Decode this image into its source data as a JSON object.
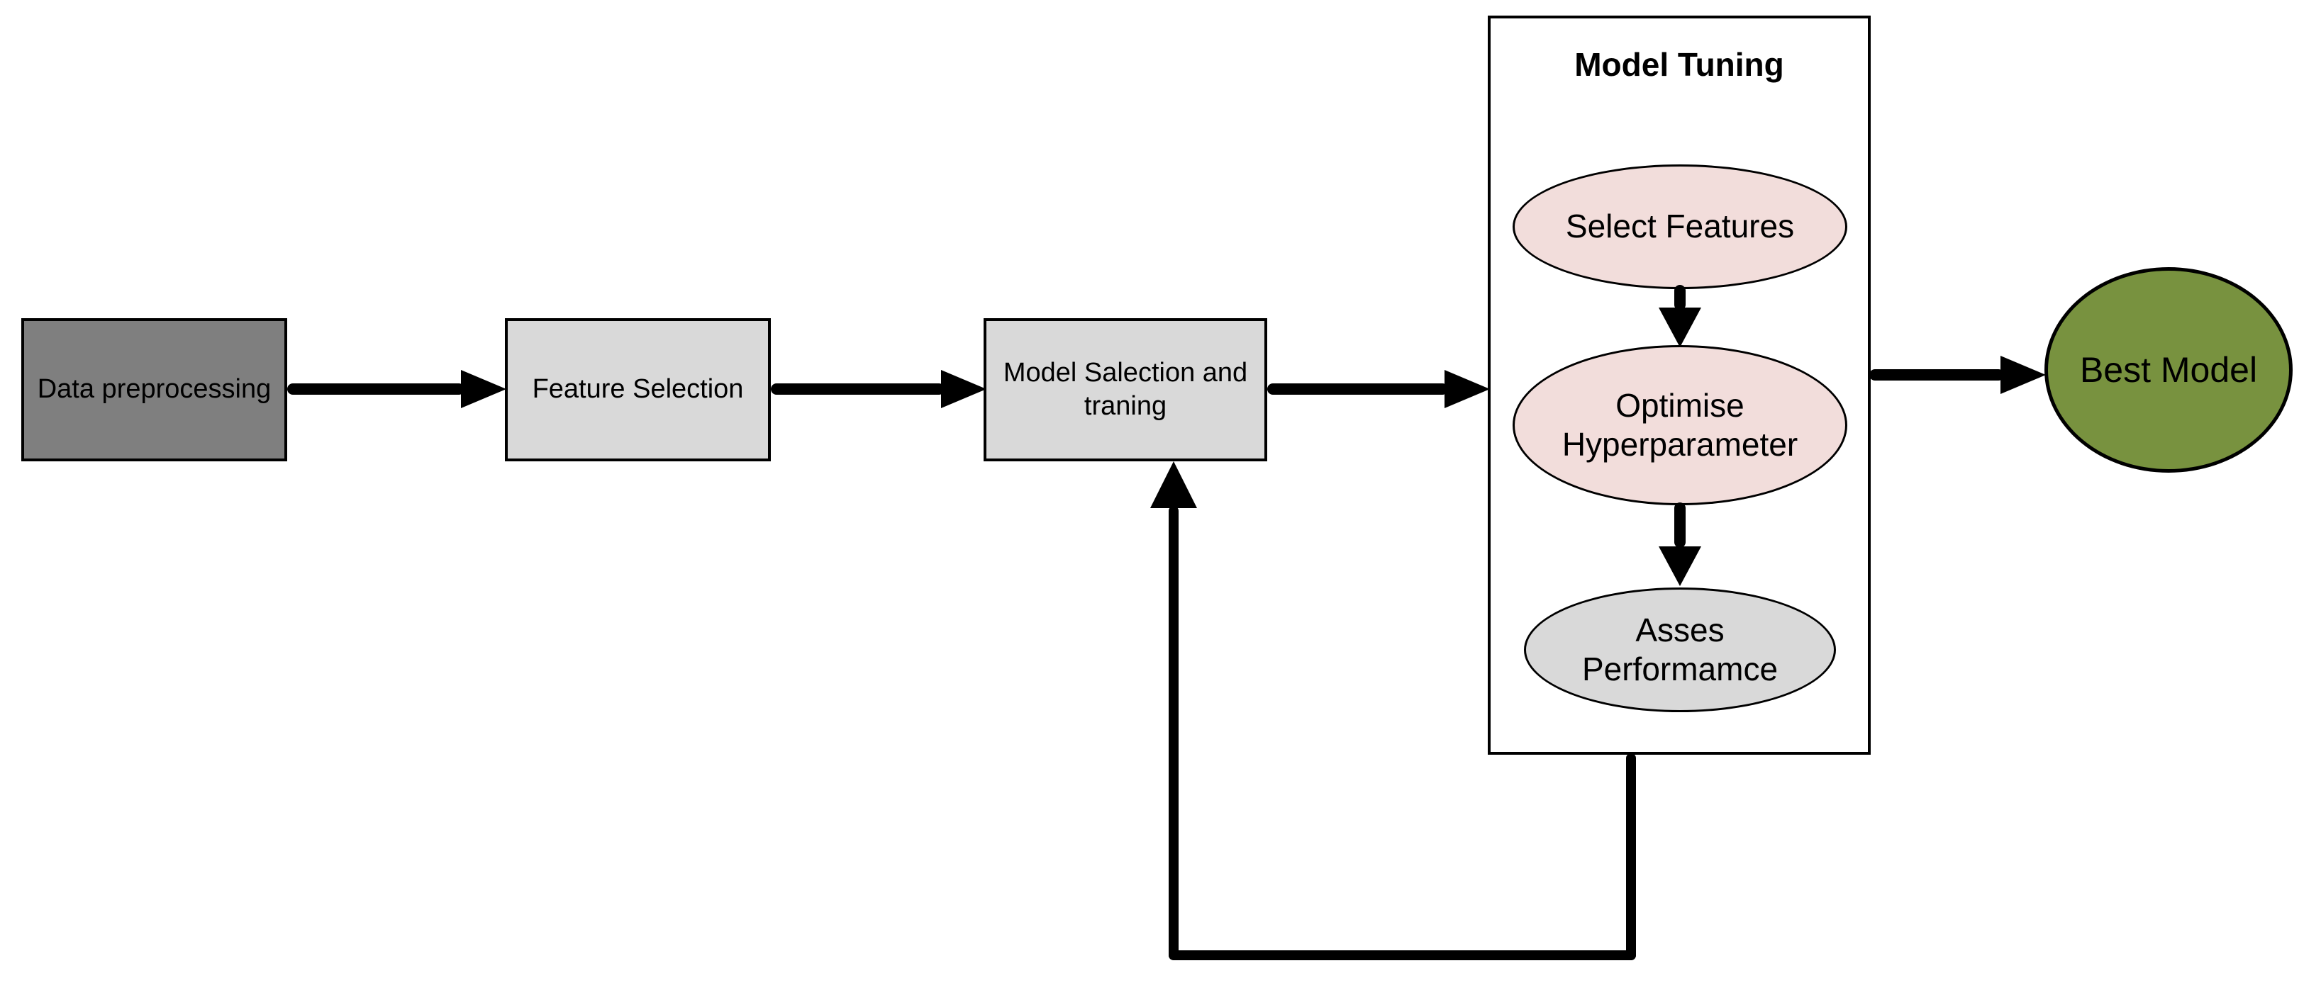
{
  "diagram": {
    "group_title": "Model Tuning",
    "nodes": {
      "data_preprocessing": {
        "label": "Data preprocessing"
      },
      "feature_selection": {
        "label": "Feature Selection"
      },
      "model_selection_training": {
        "label": "Model Salection and\ntraning"
      },
      "select_features": {
        "label": "Select Features"
      },
      "optimise_hyperparameter": {
        "label": "Optimise\nHyperparameter"
      },
      "assess_performance": {
        "label": "Asses\nPerformamce"
      },
      "best_model": {
        "label": "Best Model"
      }
    },
    "colors": {
      "dark_box_fill": "#7f7f7f",
      "light_box_fill": "#d9d9d9",
      "rose_fill": "#f2dddb",
      "gray_ellipse_fill": "#d9d9d9",
      "green_fill": "#78923f",
      "stroke": "#000000",
      "background": "#ffffff"
    }
  }
}
